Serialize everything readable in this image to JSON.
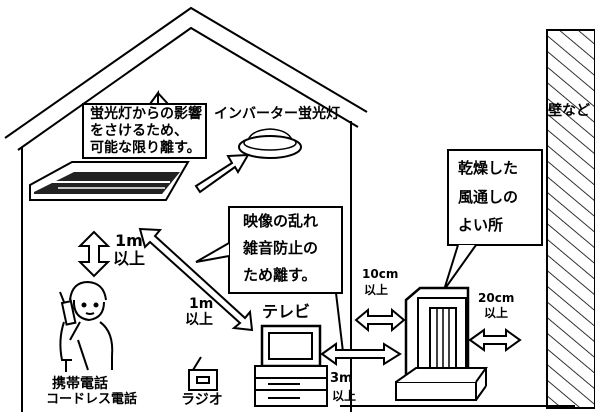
{
  "callouts": {
    "fluorescent_note": [
      "蛍光灯からの影響",
      "をさけるため、",
      "可能な限り離す。"
    ],
    "inverter_light": "インバーター蛍光灯",
    "video_note": [
      "映像の乱れ",
      "雑音防止の",
      "ため離す。"
    ],
    "dry_place": [
      "乾燥した",
      "風通しの",
      "よい所"
    ],
    "wall": "壁など"
  },
  "distances": {
    "ceiling_1m": [
      "1m",
      "以上"
    ],
    "phone_1m": [
      "1m",
      "以上"
    ],
    "tv_10cm": [
      "10cm",
      "以上"
    ],
    "wall_20cm": [
      "20cm",
      "以上"
    ],
    "tv_3m": [
      "3m",
      "以上"
    ]
  },
  "devices": {
    "tv": "テレビ",
    "phone": [
      "携帯電話",
      "コードレス電話"
    ],
    "radio": "ラジオ"
  }
}
